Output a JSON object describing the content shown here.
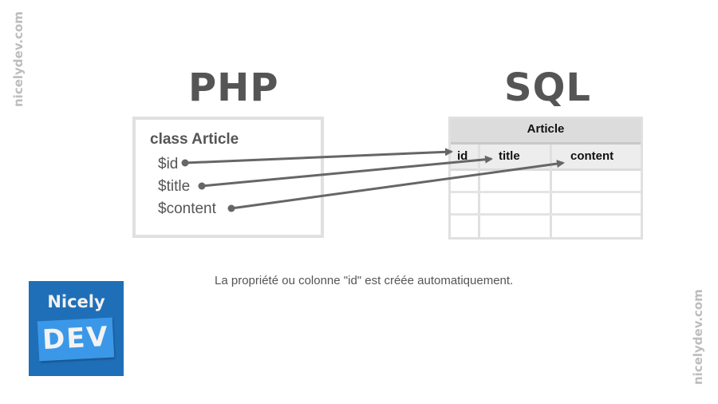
{
  "watermark": {
    "left": "nicelydev.com",
    "right": "nicelydev.com"
  },
  "headings": {
    "php": "PHP",
    "sql": "SQL"
  },
  "php_class": {
    "declaration": "class Article",
    "properties": [
      "$id",
      "$title",
      "$content"
    ]
  },
  "sql_table": {
    "name": "Article",
    "columns": [
      "id",
      "title",
      "content"
    ],
    "empty_rows": 3
  },
  "mappings": [
    {
      "from": "$id",
      "to": "id"
    },
    {
      "from": "$title",
      "to": "title"
    },
    {
      "from": "$content",
      "to": "content"
    }
  ],
  "caption": "La propriété ou colonne \"id\" est créée automatiquement.",
  "logo": {
    "top_text": "Nicely",
    "bottom_text": "DEV"
  },
  "colors": {
    "text_gray": "#555555",
    "border_gray": "#e0e0e0",
    "table_header": "#dcdcdc",
    "logo_blue": "#1f6fb8",
    "logo_light_blue": "#3b98e8",
    "watermark": "#bdbdbd"
  }
}
